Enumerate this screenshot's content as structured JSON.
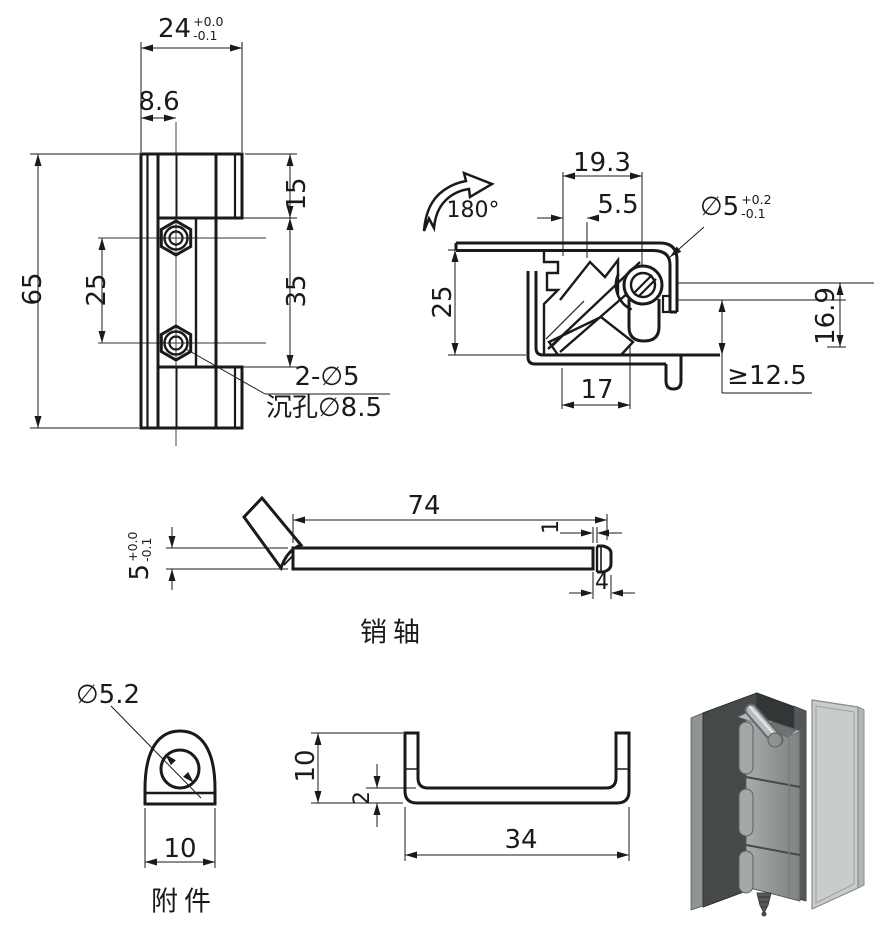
{
  "front_view": {
    "width": "24",
    "width_tol_up": "+0.0",
    "width_tol_dn": "-0.1",
    "hole_offset": "8.6",
    "height": "65",
    "hole_spacing": "25",
    "top_height": "15",
    "mid_height": "35",
    "holes_note": "2-∅5",
    "cbore_note": "沉孔∅8.5"
  },
  "side_view": {
    "depth": "19.3",
    "pin_offset": "5.5",
    "swing_angle": "180°",
    "pin_dia": "∅5",
    "pin_tol_up": "+0.2",
    "pin_tol_dn": "-0.1",
    "height": "25",
    "base": "17",
    "right_offset": "16.9",
    "clearance": "≥12.5"
  },
  "pin_view": {
    "length": "74",
    "groove": "1",
    "dia": "5",
    "dia_tol_up": "+0.0",
    "dia_tol_dn": "-0.1",
    "head": "4",
    "label": "销轴"
  },
  "accessory_view": {
    "hole_dia": "∅5.2",
    "width": "10",
    "label": "附件"
  },
  "channel_view": {
    "height": "10",
    "thickness": "2",
    "width": "34"
  },
  "colors": {
    "line": "#1a1a1a",
    "frame_dark": "#46494a",
    "hinge_gray": "#9aa0a0",
    "panel_light": "#c9cccc"
  }
}
